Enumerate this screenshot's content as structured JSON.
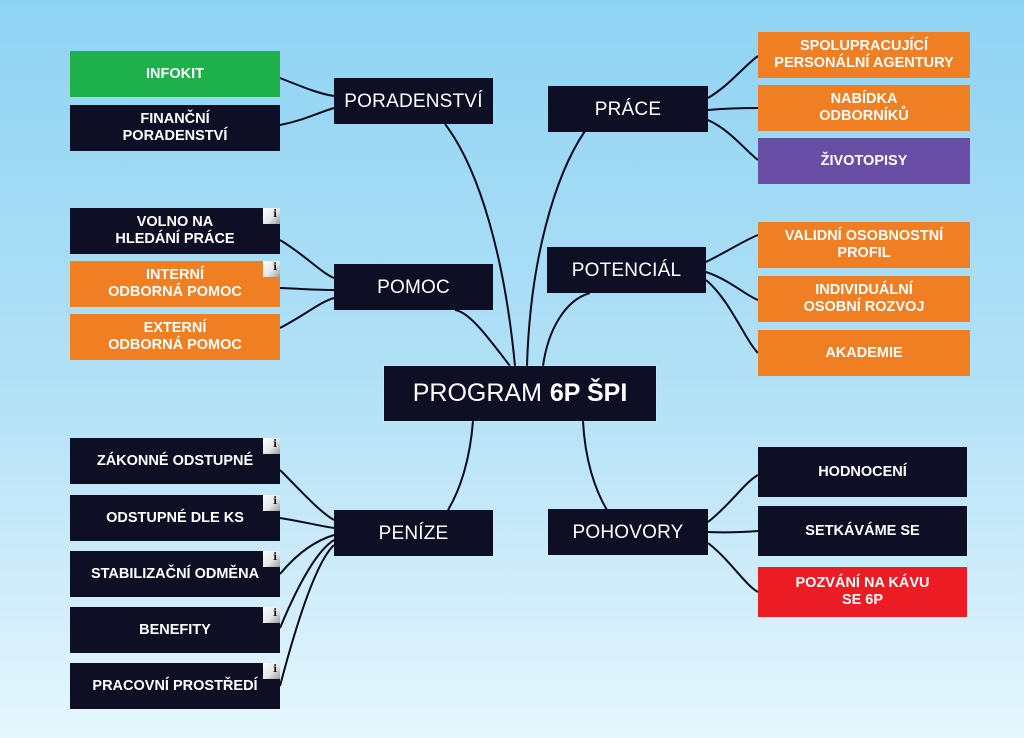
{
  "center": {
    "label_normal": "PROGRAM",
    "label_bold": "6P ŠPI"
  },
  "branches": {
    "poradenstvi": "PORADENSTVÍ",
    "pomoc": "POMOC",
    "penize": "PENÍZE",
    "prace": "PRÁCE",
    "potencial": "POTENCIÁL",
    "pohovory": "POHOVORY"
  },
  "info_glyph": "i",
  "leaves": {
    "infokit": "INFOKIT",
    "financni_poradenstvi": "FINANČNÍ\nPORADENSTVÍ",
    "volno_na_hledani_prace": "VOLNO NA\nHLEDÁNÍ PRÁCE",
    "interni_odborna_pomoc": "INTERNÍ\nODBORNÁ POMOC",
    "externi_odborna_pomoc": "EXTERNÍ\nODBORNÁ POMOC",
    "zakonne_odstupne": "ZÁKONNÉ ODSTUPNÉ",
    "odstupne_dle_ks": "ODSTUPNÉ DLE KS",
    "stabilizacni_odmena": "STABILIZAČNÍ ODMĚNA",
    "benefity": "BENEFITY",
    "pracovni_prostredi": "PRACOVNÍ PROSTŘEDÍ",
    "spolupracujici_agentury": "SPOLUPRACUJÍCÍ\nPERSONÁLNÍ AGENTURY",
    "nabidka_odborniku": "NABÍDKA\nODBORNÍKŮ",
    "zivotopisy": "ŽIVOTOPISY",
    "validni_profil": "VALIDNÍ OSOBNOSTNÍ\nPROFIL",
    "individualni_rozvoj": "INDIVIDUÁLNÍ\nOSOBNÍ ROZVOJ",
    "akademie": "AKADEMIE",
    "hodnoceni": "HODNOCENÍ",
    "setkavame_se": "SETKÁVÁME SE",
    "pozvani_na_kavu": "POZVÁNÍ NA KÁVU\nSE 6P"
  },
  "colors": {
    "navy": "#0e0e24",
    "green": "#1db04b",
    "orange": "#f07f24",
    "purple": "#6a4ea6",
    "red": "#ec1c24"
  }
}
